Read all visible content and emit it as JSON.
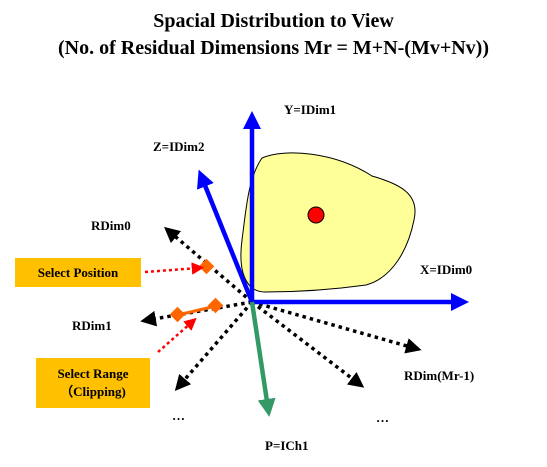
{
  "title": {
    "line1": "Spacial Distribution to View",
    "line2": "(No. of Residual Dimensions Mr = M+N-(Mv+Nv))"
  },
  "axes": {
    "y": "Y=IDim1",
    "z": "Z=IDim2",
    "x": "X=IDim0",
    "p": "P=ICh1",
    "rdim0": "RDim0",
    "rdim1": "RDim1",
    "rdim_last": "RDim(Mr-1)"
  },
  "ellipsis_left": "…",
  "ellipsis_right": "…",
  "controls": {
    "select_position": "Select Position",
    "select_range_line1": "Select Range",
    "select_range_line2": "（Clipping)"
  },
  "colors": {
    "axis_blue": "#0000ff",
    "axis_green": "#339966",
    "blob_fill": "#ffff99",
    "point_red": "#ff0000",
    "marker_orange": "#ff6600",
    "button_fill": "#ffc000",
    "pointer_red": "#ff0000"
  }
}
